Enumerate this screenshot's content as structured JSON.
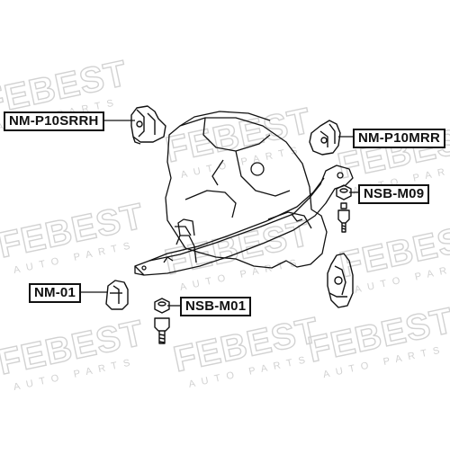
{
  "watermark": {
    "brand": "FEBEST",
    "tagline": "AUTO PARTS"
  },
  "labels": {
    "rear_right_mount": "NM-P10SRRH",
    "rear_mount": "NM-P10MRR",
    "nut_m09": "NSB-M09",
    "front_mount": "NM-01",
    "nut_m01": "NSB-M01"
  },
  "colors": {
    "line": "#111111",
    "watermark": "#d2d2d2",
    "background": "#ffffff"
  }
}
